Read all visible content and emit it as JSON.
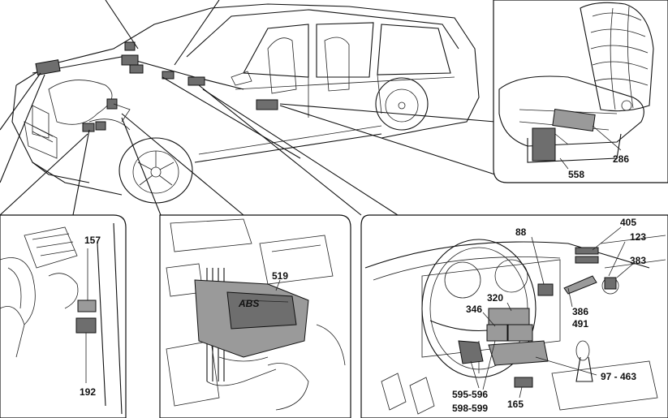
{
  "labels": {
    "l286": "286",
    "l558": "558",
    "l157": "157",
    "l192": "192",
    "l519": "519",
    "abs": "ABS",
    "l88": "88",
    "l405": "405",
    "l123": "123",
    "l383": "383",
    "l320": "320",
    "l346": "346",
    "l386": "386",
    "l491": "491",
    "l97_463": "97 - 463",
    "l595_596": "595-596",
    "l598_599": "598-599",
    "l165": "165"
  }
}
